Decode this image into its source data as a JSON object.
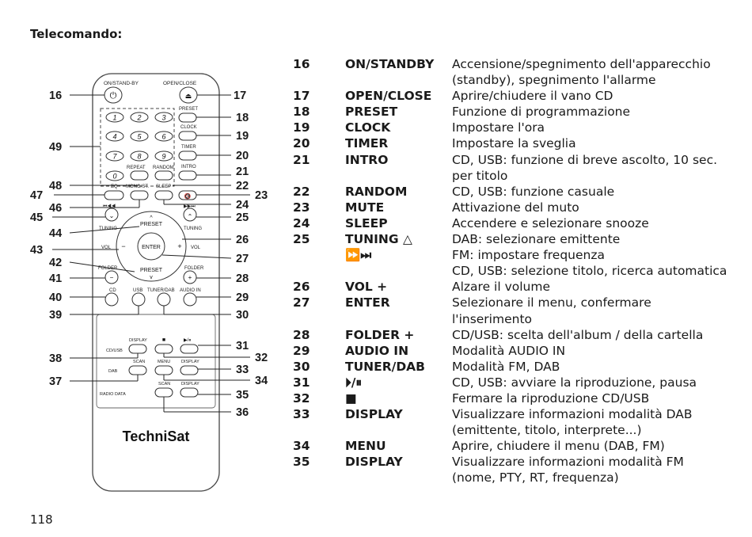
{
  "heading": "Telecomando:",
  "page_number": "118",
  "remote": {
    "brand": "TechniSat",
    "labels": {
      "onstandby": "ON/STAND-BY",
      "openclose": "OPEN/CLOSE",
      "preset_key": "PRESET",
      "clock": "CLOCK",
      "timer": "TIMER",
      "intro": "INTRO",
      "repeat": "REPEAT",
      "random": "RANDOM",
      "eq": "EQ",
      "monost": "MONO/ST.",
      "sleep": "SLEEP",
      "tuning_left": "TUNING",
      "tuning_right": "TUNING",
      "preset_up": "PRESET",
      "preset_down": "PRESET",
      "vol_left": "VOL",
      "vol_right": "VOL",
      "enter": "ENTER",
      "folder_left": "FOLDER",
      "folder_right": "FOLDER",
      "cd": "CD",
      "usb": "USB",
      "tunerdab": "TUNER/DAB",
      "audioin": "AUDIO IN",
      "display1": "DISPLAY",
      "cdusb": "CD/USB",
      "scan1": "SCAN",
      "menu": "MENU",
      "display2": "DISPLAY",
      "dab": "DAB",
      "scan2": "SCAN",
      "display3": "DISPLAY",
      "radiodata": "RADIO DATA"
    },
    "digits": [
      "1",
      "2",
      "3",
      "4",
      "5",
      "6",
      "7",
      "8",
      "9",
      "0"
    ],
    "callouts": {
      "c16": "16",
      "c17": "17",
      "c18": "18",
      "c19": "19",
      "c20": "20",
      "c21": "21",
      "c22": "22",
      "c23": "23",
      "c24": "24",
      "c25": "25",
      "c26": "26",
      "c27": "27",
      "c28": "28",
      "c29": "29",
      "c30": "30",
      "c31": "31",
      "c32": "32",
      "c33": "33",
      "c34": "34",
      "c35": "35",
      "c36": "36",
      "c37": "37",
      "c38": "38",
      "c39": "39",
      "c40": "40",
      "c41": "41",
      "c42": "42",
      "c43": "43",
      "c44": "44",
      "c45": "45",
      "c46": "46",
      "c47": "47",
      "c48": "48",
      "c49": "49"
    }
  },
  "legend": [
    {
      "num": "16",
      "key": "ON/STANDBY",
      "desc": [
        "Accensione/spegnimento dell'apparecchio",
        "(standby), spegnimento l'allarme"
      ]
    },
    {
      "num": "17",
      "key": "OPEN/CLOSE",
      "desc": [
        "Aprire/chiudere il vano CD"
      ]
    },
    {
      "num": "18",
      "key": "PRESET",
      "desc": [
        "Funzione di programmazione"
      ]
    },
    {
      "num": "19",
      "key": "CLOCK",
      "desc": [
        "Impostare l'ora"
      ]
    },
    {
      "num": "20",
      "key": "TIMER",
      "desc": [
        "Impostare la sveglia"
      ]
    },
    {
      "num": "21",
      "key": "INTRO",
      "desc": [
        "CD, USB: funzione di breve ascolto, 10 sec.",
        "per titolo"
      ]
    },
    {
      "num": "22",
      "key": "RANDOM",
      "desc": [
        "CD, USB: funzione casuale"
      ]
    },
    {
      "num": "23",
      "key": "MUTE",
      "desc": [
        "Attivazione del muto"
      ]
    },
    {
      "num": "24",
      "key": "SLEEP",
      "desc": [
        "Accendere e selezionare snooze"
      ]
    },
    {
      "num": "25",
      "key": "TUNING △",
      "key2": "⏩⏭",
      "desc": [
        "DAB: selezionare emittente",
        "FM: impostare frequenza",
        "CD, USB: selezione titolo, ricerca automatica"
      ]
    },
    {
      "num": "26",
      "key": "VOL +",
      "desc": [
        "Alzare il volume"
      ]
    },
    {
      "num": "27",
      "key": "ENTER",
      "desc": [
        "Selezionare il menu, confermare",
        "l'inserimento"
      ]
    },
    {
      "num": "28",
      "key": "FOLDER +",
      "desc": [
        "CD/USB: scelta dell'album / della cartella"
      ]
    },
    {
      "num": "29",
      "key": "AUDIO IN",
      "desc": [
        "Modalità AUDIO IN"
      ]
    },
    {
      "num": "30",
      "key": "TUNER/DAB",
      "desc": [
        "Modalità FM, DAB"
      ]
    },
    {
      "num": "31",
      "key": "⏵/⏸",
      "desc": [
        "CD, USB: avviare la riproduzione, pausa"
      ]
    },
    {
      "num": "32",
      "key": "■",
      "desc": [
        "Fermare la riproduzione CD/USB"
      ]
    },
    {
      "num": "33",
      "key": "DISPLAY",
      "desc": [
        "Visualizzare informazioni modalità DAB",
        "(emittente, titolo, interprete...)"
      ]
    },
    {
      "num": "34",
      "key": "MENU",
      "desc": [
        "Aprire, chiudere il menu (DAB, FM)"
      ]
    },
    {
      "num": "35",
      "key": "DISPLAY",
      "desc": [
        "Visualizzare informazioni modalità FM",
        "(nome, PTY, RT, frequenza)"
      ]
    }
  ]
}
